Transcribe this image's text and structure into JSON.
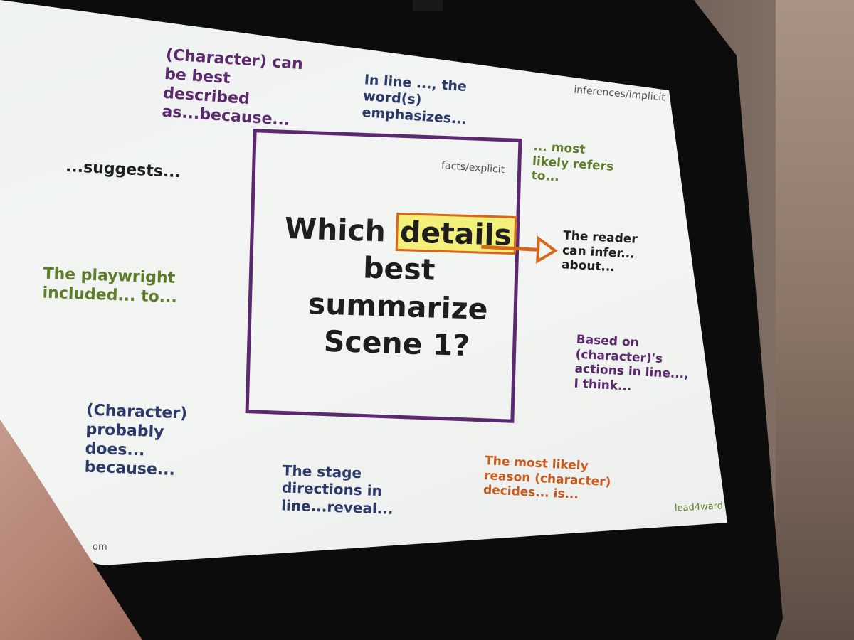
{
  "slide": {
    "corner_label": "inferences/implicit",
    "box_label": "facts/explicit",
    "question_before": "Which ",
    "question_highlight": "details",
    "question_after": "best summarize Scene 1?",
    "logo": "lead4ward",
    "footer_fragment": "om",
    "stems": {
      "character_described": "(Character) can be best described as...because...",
      "word_emphasizes": "In line ..., the word(s) emphasizes...",
      "suggests": "...suggests...",
      "refers_to": "... most likely refers to...",
      "reader_infer": "The reader can infer... about...",
      "playwright": "The playwright included... to...",
      "based_on": "Based on (character)'s actions in line..., I think...",
      "probably_does": "(Character) probably does... because...",
      "stage_directions": "The stage directions in line...reveal...",
      "most_likely_reason": "The most likely reason (character) decides... is..."
    }
  },
  "colors": {
    "purple": "#5b2a6e",
    "navy": "#2b3a6b",
    "olive": "#5e7d2b",
    "orange": "#c9591c",
    "highlight": "#f3f07a"
  }
}
